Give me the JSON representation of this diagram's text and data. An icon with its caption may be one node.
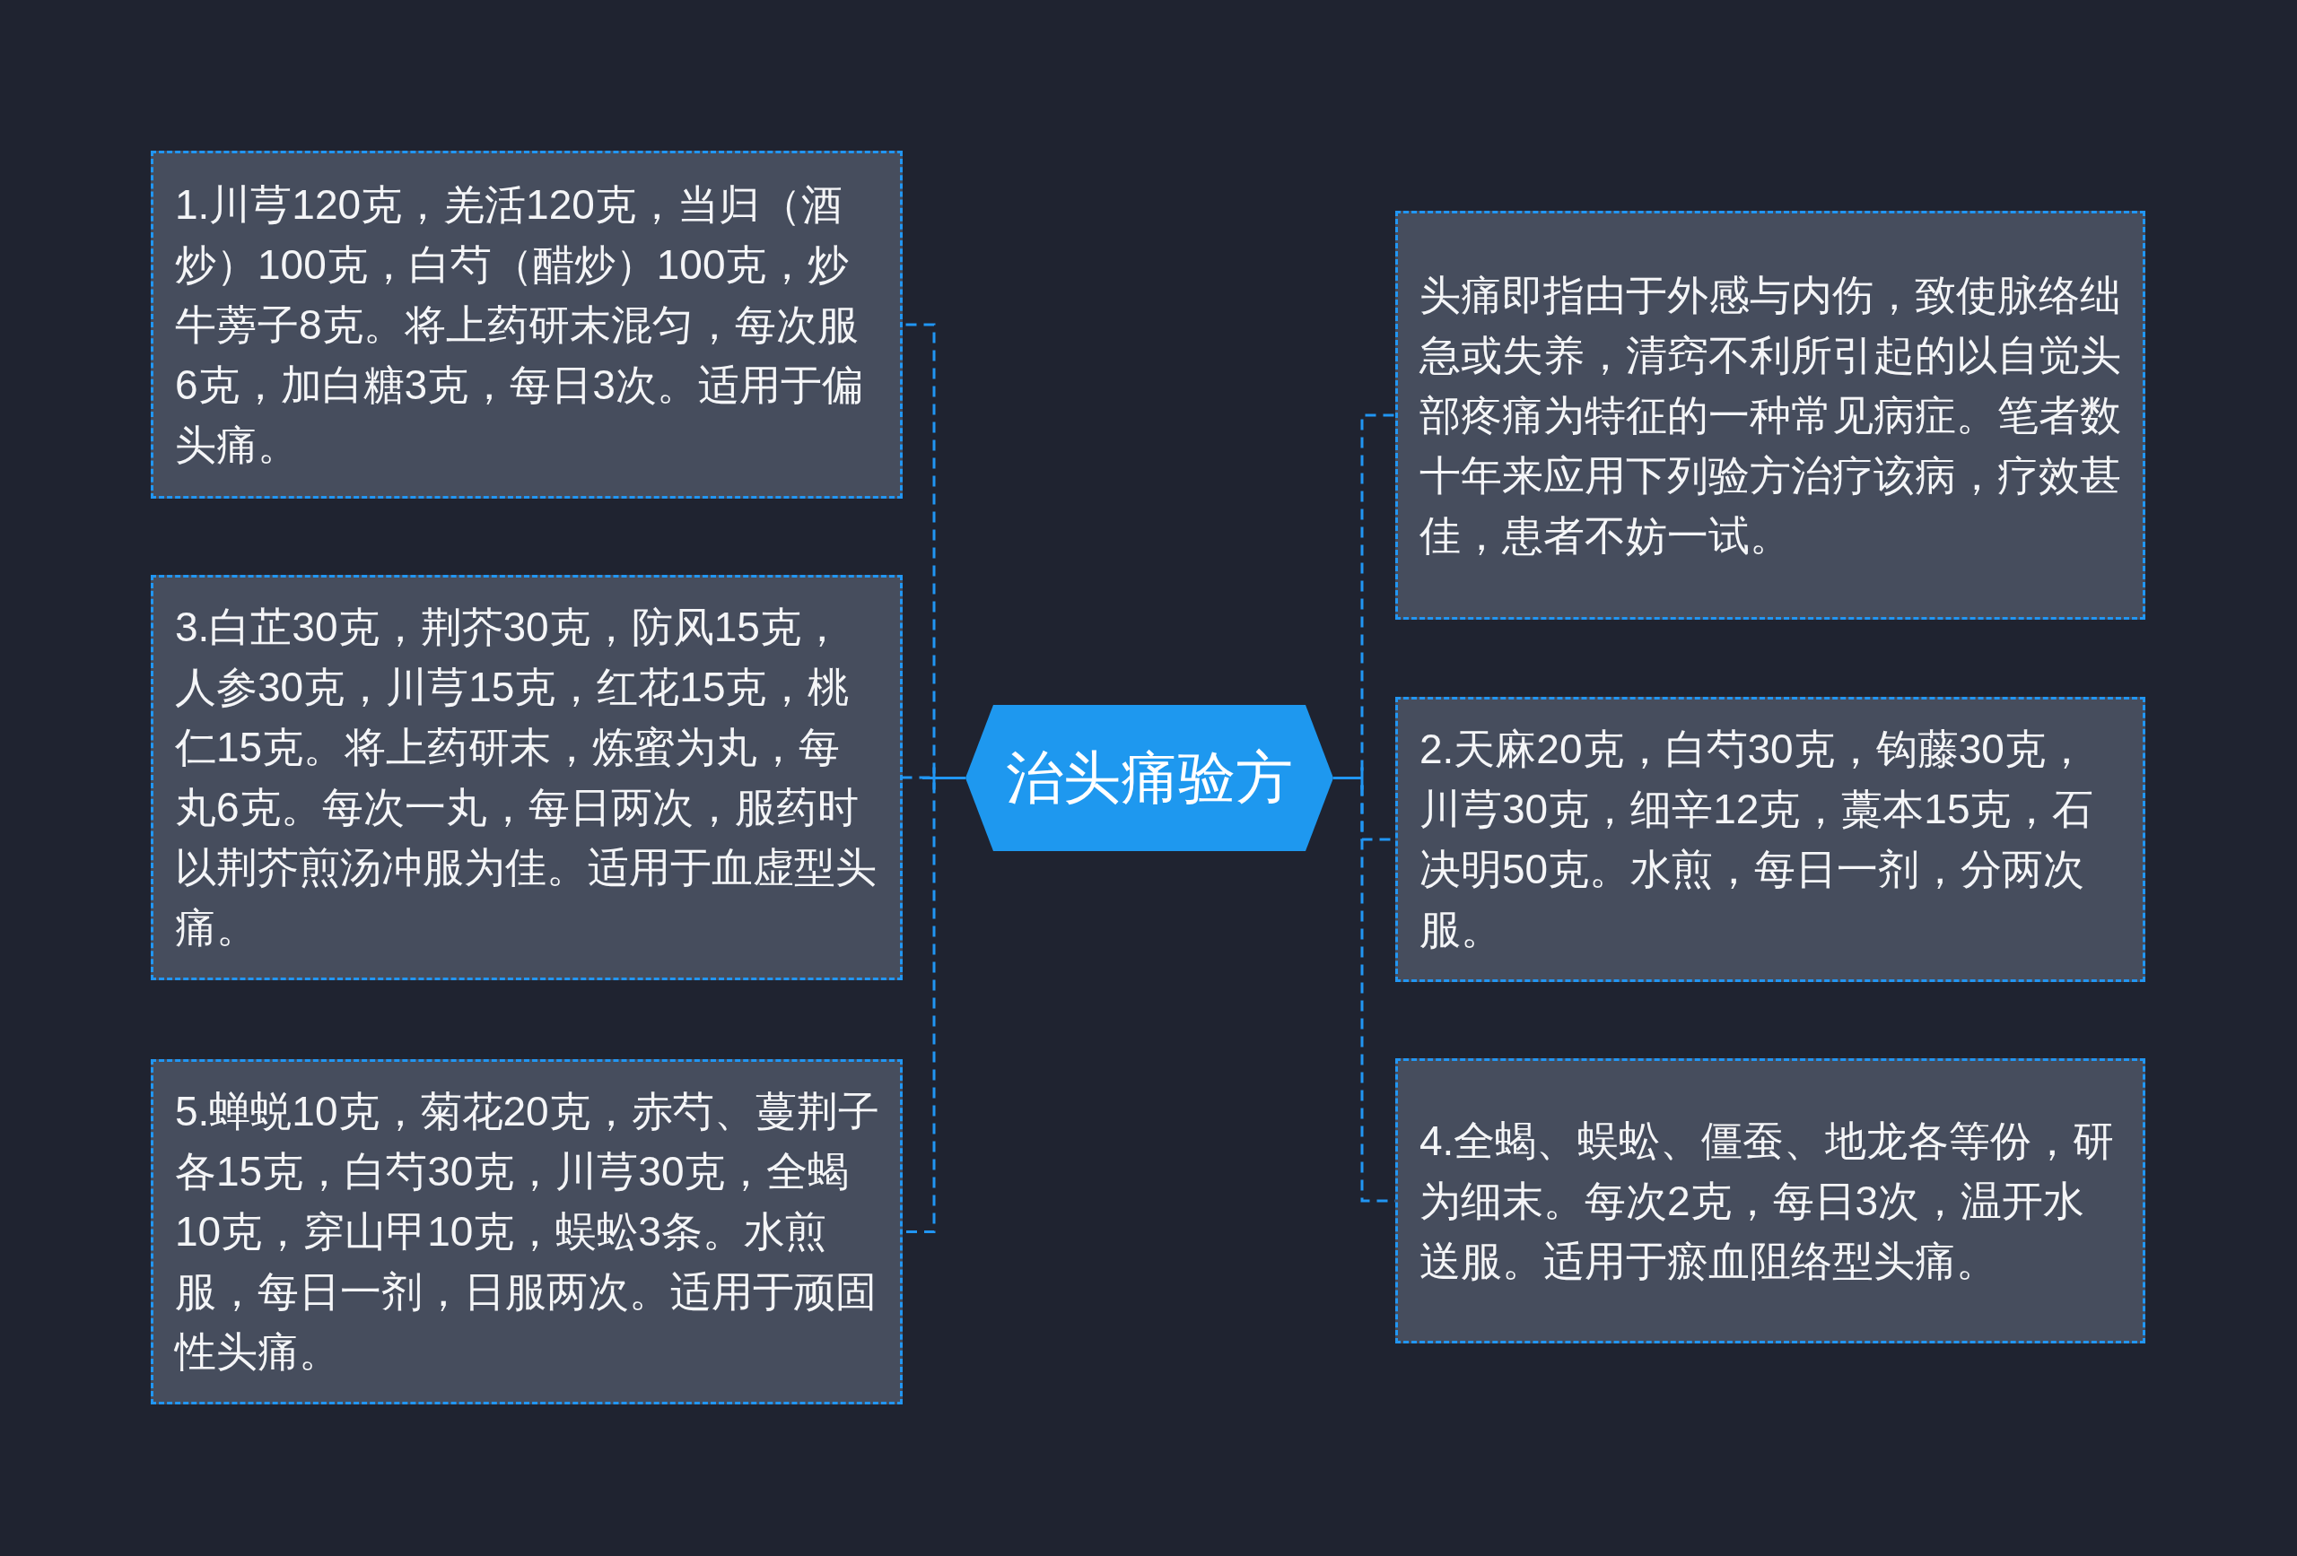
{
  "diagram": {
    "nodes": [
      {
        "text": [
          "治头痛验方"
        ]
      },
      {
        "text": [
          "1.川芎120克，羌活120克，当归（酒炒）100克，白芍（醋炒）100克，炒牛蒡子8克。将上药研末混匀，每次服6克，加白糖3克，每日3次。适用于偏头痛。"
        ]
      },
      {
        "text": [
          "3.白芷30克，荆芥30克，防风15克，人参30克，川芎15克，红花15克，桃仁15克。将上药研末，炼蜜为丸，每丸6克。每次一丸，每日两次，服药时以荆芥煎汤冲服为佳。适用于血虚型头痛。"
        ]
      },
      {
        "text": [
          "5.蝉蜕10克，菊花20克，赤芍、蔓荆子各15克，白芍30克，川芎30克，全蝎10克，穿山甲10克，蜈蚣3条。水煎服，每日一剂，日服两次。适用于顽固性头痛。"
        ]
      },
      {
        "text": [
          "头痛即指由于外感与内伤，致使脉络绌急或失养，清窍不利所引起的以自觉头部疼痛为特征的一种常见病症。笔者数十年来应用下列验方治疗该病，疗效甚佳，患者不妨一试。"
        ]
      },
      {
        "text": [
          "2.天麻20克，白芍30克，钩藤30克，川芎30克，细辛12克，藁本15克，石决明50克。水煎，每日一剂，分两次服。"
        ]
      },
      {
        "text": [
          "4.全蝎、蜈蚣、僵蚕、地龙各等份，研为细末。每次2克，每日3次，温开水送服。适用于瘀血阻络型头痛。"
        ]
      }
    ],
    "edges": [
      {
        "from": 0,
        "to": 1,
        "arrow": "none",
        "style": "dashed"
      },
      {
        "from": 0,
        "to": 2,
        "arrow": "none",
        "style": "dashed"
      },
      {
        "from": 0,
        "to": 3,
        "arrow": "none",
        "style": "dashed"
      },
      {
        "from": 0,
        "to": 4,
        "arrow": "none",
        "style": "dashed"
      },
      {
        "from": 0,
        "to": 5,
        "arrow": "none",
        "style": "dashed"
      },
      {
        "from": 0,
        "to": 6,
        "arrow": "none",
        "style": "dashed"
      }
    ]
  }
}
